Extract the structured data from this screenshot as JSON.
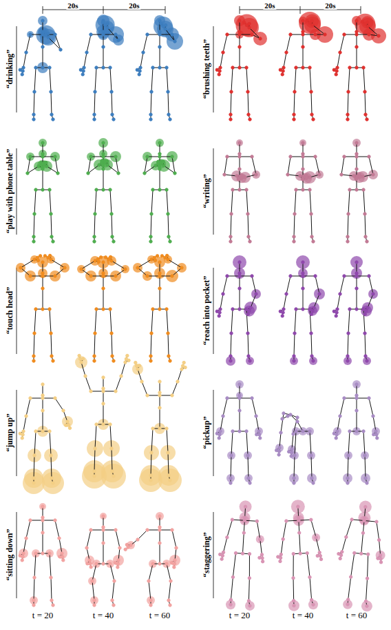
{
  "diagram": {
    "labels": [
      "20s",
      "20s",
      "20s",
      "20s",
      "“drinking”",
      "“brushing teeth”",
      "“play with phone table”",
      "“writing”",
      "“touch head”",
      "“reach into pocket”",
      "“jump up”",
      "“pickup”",
      "“sitting down”",
      "“staggering”",
      "t = 20",
      "t = 40",
      "t = 60",
      "t = 20",
      "t = 40",
      "t = 60"
    ]
  }
}
